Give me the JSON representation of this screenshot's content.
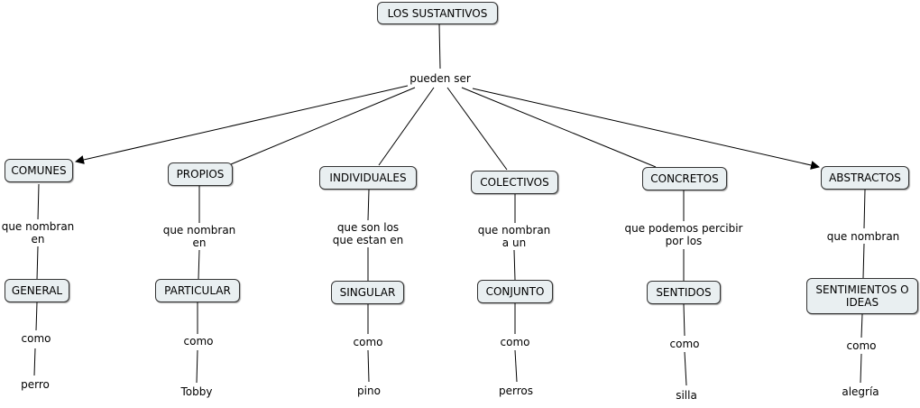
{
  "root": {
    "text": "LOS SUSTANTIVOS",
    "linking_phrase": "pueden ser"
  },
  "branches": [
    {
      "concept": "COMUNES",
      "link1": "que nombran\nen",
      "concept2": "GENERAL",
      "link2": "como",
      "example": "perro"
    },
    {
      "concept": "PROPIOS",
      "link1": "que nombran\nen",
      "concept2": "PARTICULAR",
      "link2": "como",
      "example": "Tobby"
    },
    {
      "concept": "INDIVIDUALES",
      "link1": "que son los\nque estan en",
      "concept2": "SINGULAR",
      "link2": "como",
      "example": "pino"
    },
    {
      "concept": "COLECTIVOS",
      "link1": "que nombran\na un",
      "concept2": "CONJUNTO",
      "link2": "como",
      "example": "perros"
    },
    {
      "concept": "CONCRETOS",
      "link1": "que podemos percibir\npor los",
      "concept2": "SENTIDOS",
      "link2": "como",
      "example": "silla"
    },
    {
      "concept": "ABSTRACTOS",
      "link1": "que nombran",
      "concept2": "SENTIMIENTOS O\nIDEAS",
      "link2": "como",
      "example": "alegría"
    }
  ],
  "colors": {
    "node_fill": "#e9eff1",
    "node_border": "#333333",
    "line": "#000000"
  }
}
